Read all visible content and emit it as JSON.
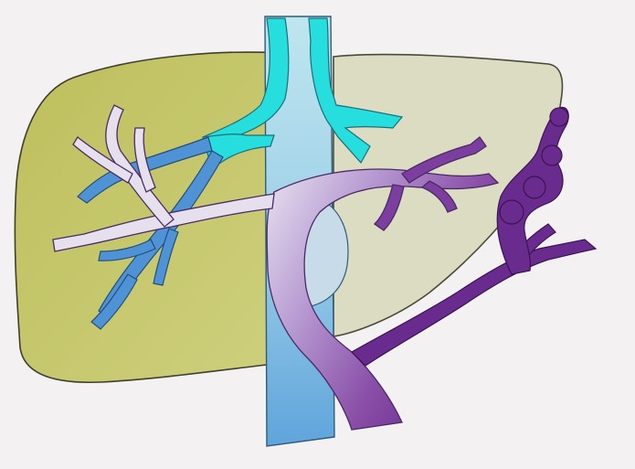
{
  "figure": {
    "background_color": "#f3f1f2",
    "structures": [
      {
        "id": "liver-right-lobe",
        "color": "#c3c468"
      },
      {
        "id": "liver-left-lobe",
        "color": "#dcdcc2"
      },
      {
        "id": "inferior-vena-cava",
        "color": "#6aaee0"
      },
      {
        "id": "hepatic-veins",
        "color": "#27dede"
      },
      {
        "id": "right-venous-branches",
        "color": "#4f93d6"
      },
      {
        "id": "portal-vein-tree",
        "color": "#8a4fa8"
      },
      {
        "id": "portal-tree-pale-branches",
        "color": "#e6e0ee"
      },
      {
        "id": "splenic-tortuous-vessels",
        "color": "#6a2b8e"
      }
    ]
  }
}
